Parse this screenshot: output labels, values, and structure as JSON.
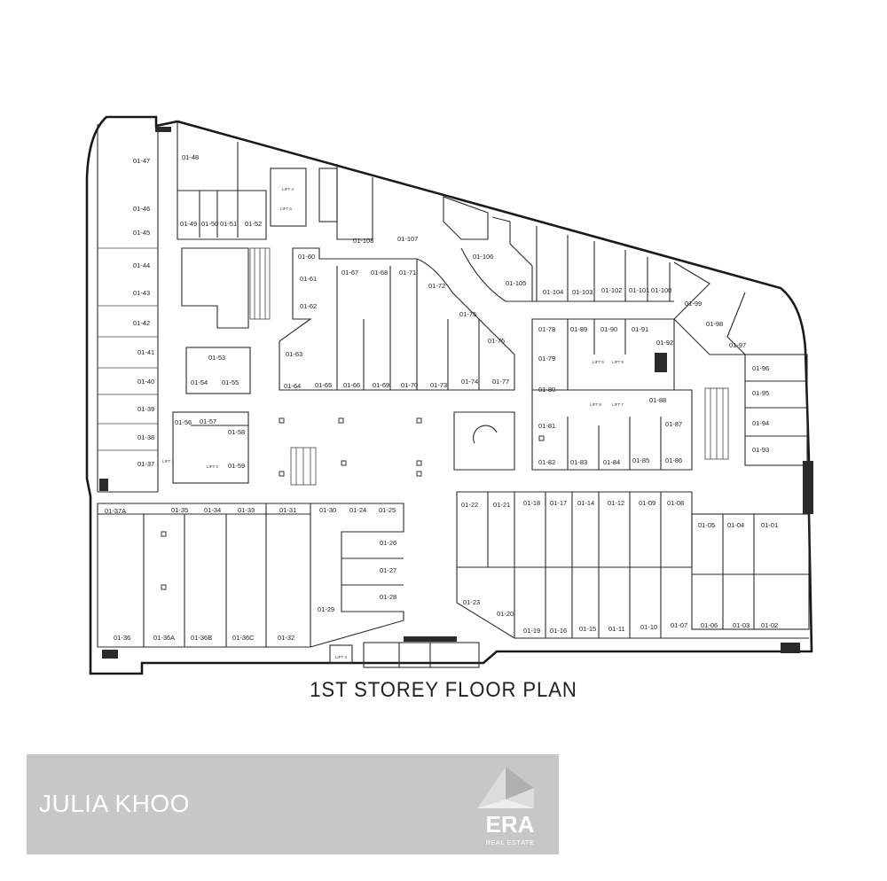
{
  "plan": {
    "title": "1ST STOREY FLOOR PLAN",
    "units": [
      "01-47",
      "01-46",
      "01-45",
      "01-44",
      "01-43",
      "01-42",
      "01-41",
      "01-40",
      "01-39",
      "01-38",
      "01-37",
      "01-48",
      "01-49",
      "01-50",
      "01-51",
      "01-52",
      "01-53",
      "01-54",
      "01-55",
      "01-56",
      "01-57",
      "01-58",
      "01-59",
      "01-60",
      "01-61",
      "01-62",
      "01-63",
      "01-64",
      "01-65",
      "01-66",
      "01-67",
      "01-68",
      "01-69",
      "01-70",
      "01-71",
      "01-72",
      "01-73",
      "01-74",
      "01-75",
      "01-76",
      "01-77",
      "01-78",
      "01-79",
      "01-80",
      "01-81",
      "01-82",
      "01-83",
      "01-84",
      "01-85",
      "01-86",
      "01-87",
      "01-88",
      "01-89",
      "01-90",
      "01-91",
      "01-92",
      "01-93",
      "01-94",
      "01-95",
      "01-96",
      "01-97",
      "01-98",
      "01-99",
      "01-100",
      "01-101",
      "01-102",
      "01-103",
      "01-104",
      "01-105",
      "01-106",
      "01-107",
      "01-108",
      "01-37A",
      "01-35",
      "01-34",
      "01-33",
      "01-31",
      "01-30",
      "01-24",
      "01-25",
      "01-26",
      "01-27",
      "01-28",
      "01-29",
      "01-32",
      "01-36",
      "01-36A",
      "01-36B",
      "01-36C",
      "01-22",
      "01-21",
      "01-18",
      "01-17",
      "01-14",
      "01-12",
      "01-09",
      "01-08",
      "01-05",
      "01-04",
      "01-01",
      "01-23",
      "01-20",
      "01-19",
      "01-16",
      "01-15",
      "01-11",
      "01-10",
      "01-07",
      "01-06",
      "01-03",
      "01-02"
    ],
    "lift_labels": [
      "LIFT 1",
      "LIFT 2",
      "LIFT 3",
      "LIFT 4",
      "LIFT 5",
      "LIFT 6",
      "LIFT 7",
      "LIFT 8",
      "LIFT 9"
    ]
  },
  "watermark": {
    "agent_name": "JULIA KHOO",
    "brand": "ERA",
    "brand_sub": "REAL ESTATE"
  },
  "colors": {
    "banner": "#c7c7c7",
    "ink": "#222222"
  }
}
